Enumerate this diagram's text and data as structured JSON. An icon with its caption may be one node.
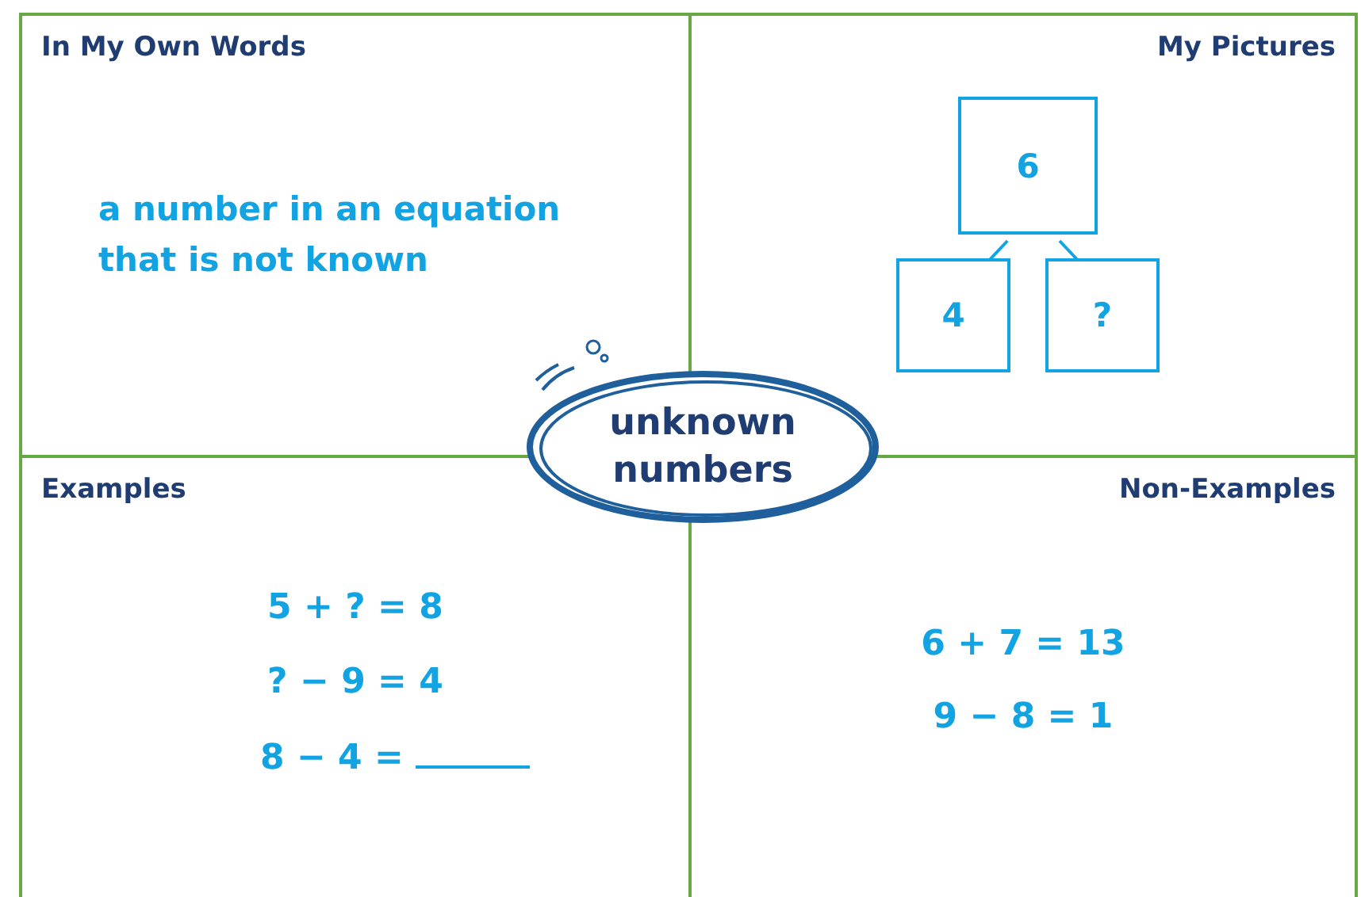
{
  "diagram": {
    "nodes": [
      {
        "text": [
          "In My Own Words",
          "a number in an equation that is not known"
        ]
      },
      {
        "text": [
          "My Pictures"
        ]
      },
      {
        "text": [
          "6"
        ],
        "in": 1
      },
      {
        "text": [
          "4"
        ],
        "in": 1
      },
      {
        "text": [
          "?"
        ],
        "in": 1
      },
      {
        "text": [
          "Examples",
          "5 + ? = 8",
          "? − 9 = 4",
          "8 − 4 ="
        ]
      },
      {
        "text": [
          "Non-Examples",
          "6 + 7 = 13",
          "9 − 8 = 1"
        ]
      },
      {
        "text": [
          "unknown numbers"
        ]
      }
    ],
    "edges": [
      {
        "from": 2,
        "to": 3,
        "arrow": "none"
      },
      {
        "from": 2,
        "to": 4,
        "arrow": "none"
      }
    ]
  }
}
